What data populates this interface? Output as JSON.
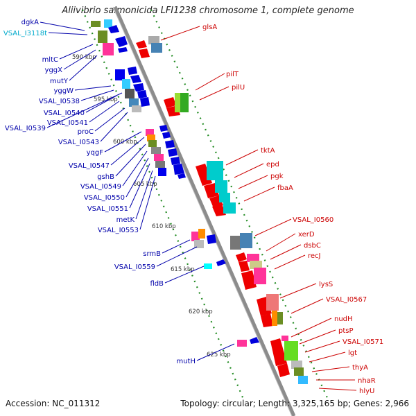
{
  "title": "Aliivibrio salmonicida LFI1238 chromosome 1, complete genome",
  "footer": {
    "accession": "Accession: NC_011312",
    "topology": "Topology: circular; Length: 3,325,165 bp; Genes: 2,966"
  },
  "colors": {
    "forward_label": "#cc0000",
    "reverse_label": "#0000aa",
    "trna_label": "#00aacc",
    "backbone": "#888888",
    "tick": "#228b22"
  },
  "kbp_labels": [
    "590 kbp",
    "595 kbp",
    "600 kbp",
    "605 kbp",
    "610 kbp",
    "615 kbp",
    "620 kbp",
    "625 kbp"
  ],
  "left_labels": [
    "dgkA",
    "VSAL_I3118t",
    "mltC",
    "yggX",
    "mutY",
    "yggW",
    "VSAL_I0538",
    "VSAL_I0540",
    "VSAL_I0541",
    "VSAL_I0539",
    "proC",
    "VSAL_I0543",
    "yqgF",
    "VSAL_I0547",
    "gshB",
    "VSAL_I0549",
    "VSAL_I0550",
    "VSAL_I0551",
    "metK",
    "VSAL_I0553",
    "srmB",
    "VSAL_I0559",
    "fldB",
    "mutH"
  ],
  "right_labels": [
    "glsA",
    "pilT",
    "pilU",
    "tktA",
    "epd",
    "pgk",
    "fbaA",
    "VSAL_I0560",
    "xerD",
    "dsbC",
    "recJ",
    "lysS",
    "VSAL_I0567",
    "nudH",
    "ptsP",
    "VSAL_I0571",
    "lgt",
    "thyA",
    "nhaR",
    "hlyU"
  ]
}
